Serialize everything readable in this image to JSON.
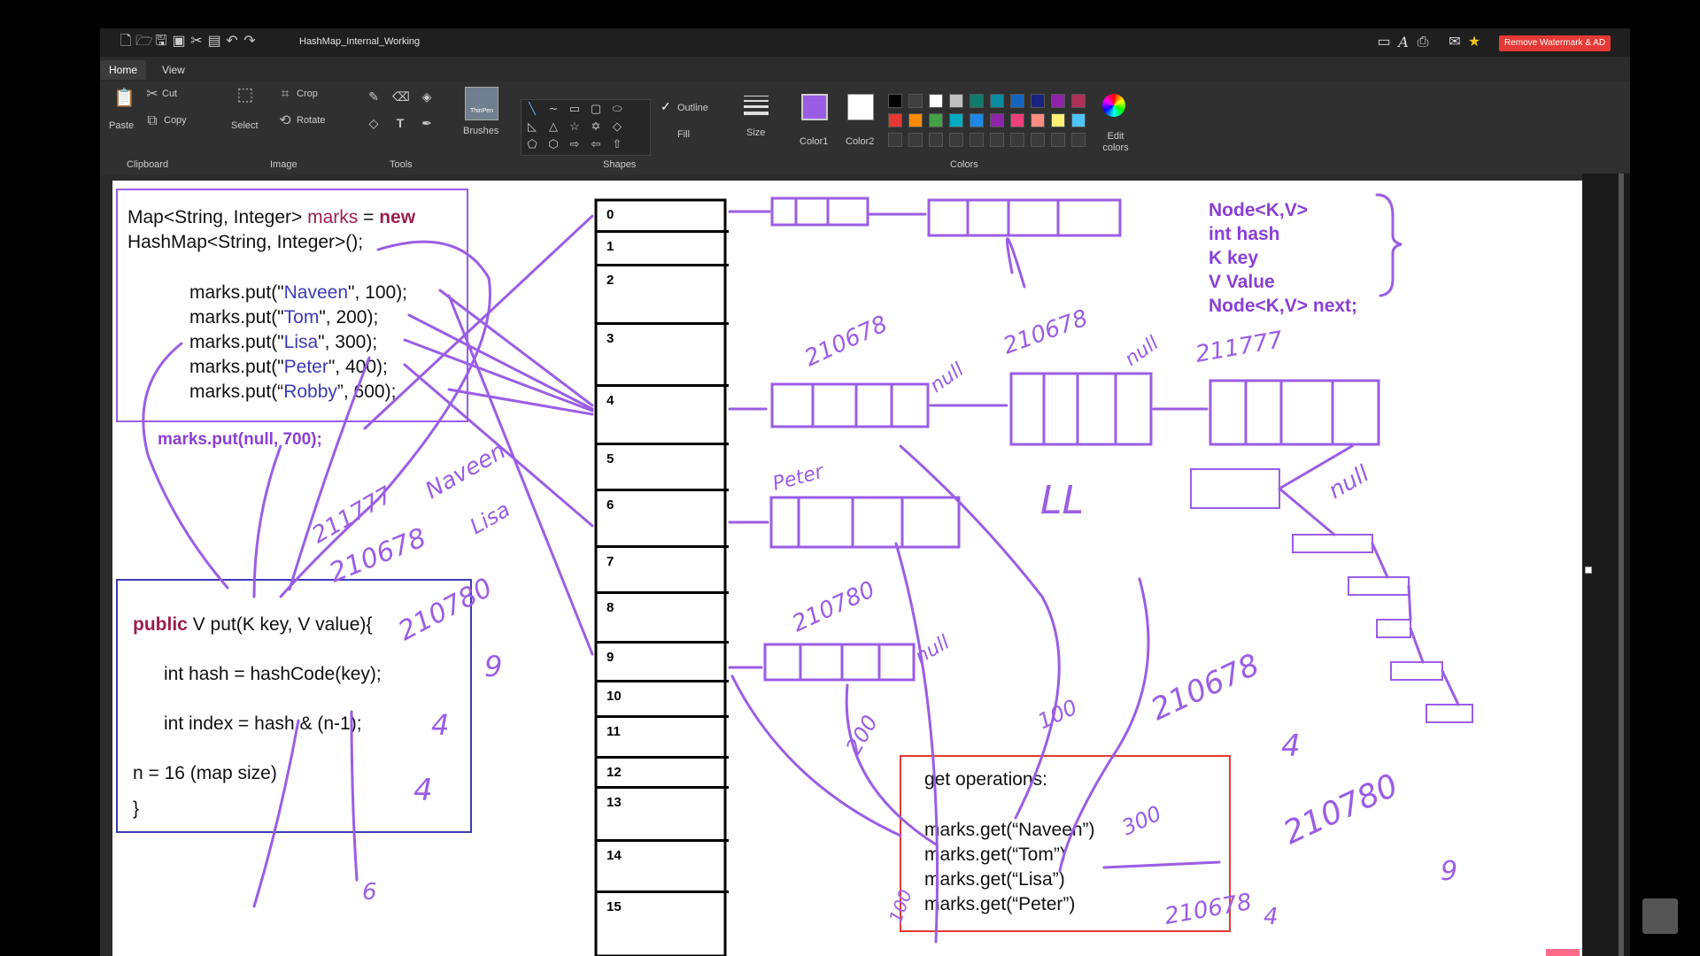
{
  "app": {
    "title": "HashMap_Internal_Working",
    "remove_watermark_label": "Remove Watermark & AD",
    "tabs": [
      {
        "label": "Home"
      },
      {
        "label": "View"
      }
    ]
  },
  "ribbon": {
    "clipboard": {
      "group": "Clipboard",
      "paste": "Paste",
      "cut": "Cut",
      "copy": "Copy"
    },
    "image": {
      "group": "Image",
      "select": "Select",
      "crop": "Crop",
      "rotate": "Rotate"
    },
    "tools": {
      "group": "Tools"
    },
    "brushes": {
      "label": "Brushes",
      "thumb": "ThinPen"
    },
    "shapes": {
      "group": "Shapes",
      "outline": "Outline",
      "fill": "Fill"
    },
    "size": {
      "label": "Size"
    },
    "colors": {
      "group": "Colors",
      "color1_label": "Color1",
      "color2_label": "Color2",
      "edit_label": "Edit colors",
      "color1": "#9b5de5",
      "color2": "#ffffff",
      "palette_row1": [
        "#000000",
        "#404040",
        "#ffffff",
        "#c0c0c0",
        "#0e7c6b",
        "#0a8ba0",
        "#1565c0",
        "#1a237e",
        "#8e24aa",
        "#b0305a"
      ],
      "palette_row2": [
        "#e53935",
        "#fb8c00",
        "#43a047",
        "#00acc1",
        "#1e88e5",
        "#8e24aa",
        "#ec407a",
        "#ff8a80",
        "#fff176",
        "#4fc3f7"
      ]
    }
  },
  "canvas": {
    "code_box": {
      "line1_a": "Map<String, Integer> ",
      "line1_b": "marks",
      "line1_c": " = ",
      "line1_d": "new",
      "line2": "HashMap<String, Integer>();",
      "puts": [
        {
          "pre": "marks.put(\"",
          "key": "Naveen",
          "post": "\", 100);"
        },
        {
          "pre": "marks.put(\"",
          "key": "Tom",
          "post": "\", 200);"
        },
        {
          "pre": "marks.put(\"",
          "key": "Lisa",
          "post": "\", 300);"
        },
        {
          "pre": "marks.put(\"",
          "key": "Peter",
          "post": "\", 400);"
        },
        {
          "pre": "marks.put(“",
          "key": "Robby",
          "post": "”, 600);"
        }
      ]
    },
    "null_put": "marks.put(null, 700);",
    "method_box": {
      "sig_kw": "public",
      "sig_rest": " V put(K key, V value){",
      "hash_line": "int hash = hashCode(key);",
      "index_line": "int index = hash & (n-1);",
      "n_line": "n = 16 (map size)",
      "close": "}"
    },
    "bucket_indices": [
      "0",
      "1",
      "2",
      "3",
      "4",
      "5",
      "6",
      "7",
      "8",
      "9",
      "10",
      "11",
      "12",
      "13",
      "14",
      "15"
    ],
    "node_def": [
      "Node<K,V>",
      "int hash",
      "K key",
      "V Value",
      "Node<K,V> next;"
    ],
    "get_box": {
      "title": "get operations:",
      "lines": [
        "marks.get(“Naveen”)",
        "marks.get(“Tom”)",
        "marks.get(“Lisa”)",
        "marks.get(“Peter”)"
      ]
    },
    "handwritten": {
      "h1": "211777",
      "h2": "Naveen",
      "h3": "210678",
      "h4": "Lisa",
      "h5": "210780",
      "h6": "9",
      "h7": "4",
      "h8": "4",
      "h9": "6",
      "h10": "Peter",
      "h11": "210678",
      "h12": "210678",
      "h13": "211777",
      "h14": "210780",
      "h15": "null",
      "h16": "null",
      "h17": "null",
      "h18": "null",
      "h19": "LL",
      "h20": "100",
      "h21": "200",
      "h22": "300",
      "h23": "210678",
      "h24": "4",
      "h25": "210780",
      "h26": "9",
      "h27": "210678",
      "h28": "4",
      "h29": "100"
    }
  }
}
